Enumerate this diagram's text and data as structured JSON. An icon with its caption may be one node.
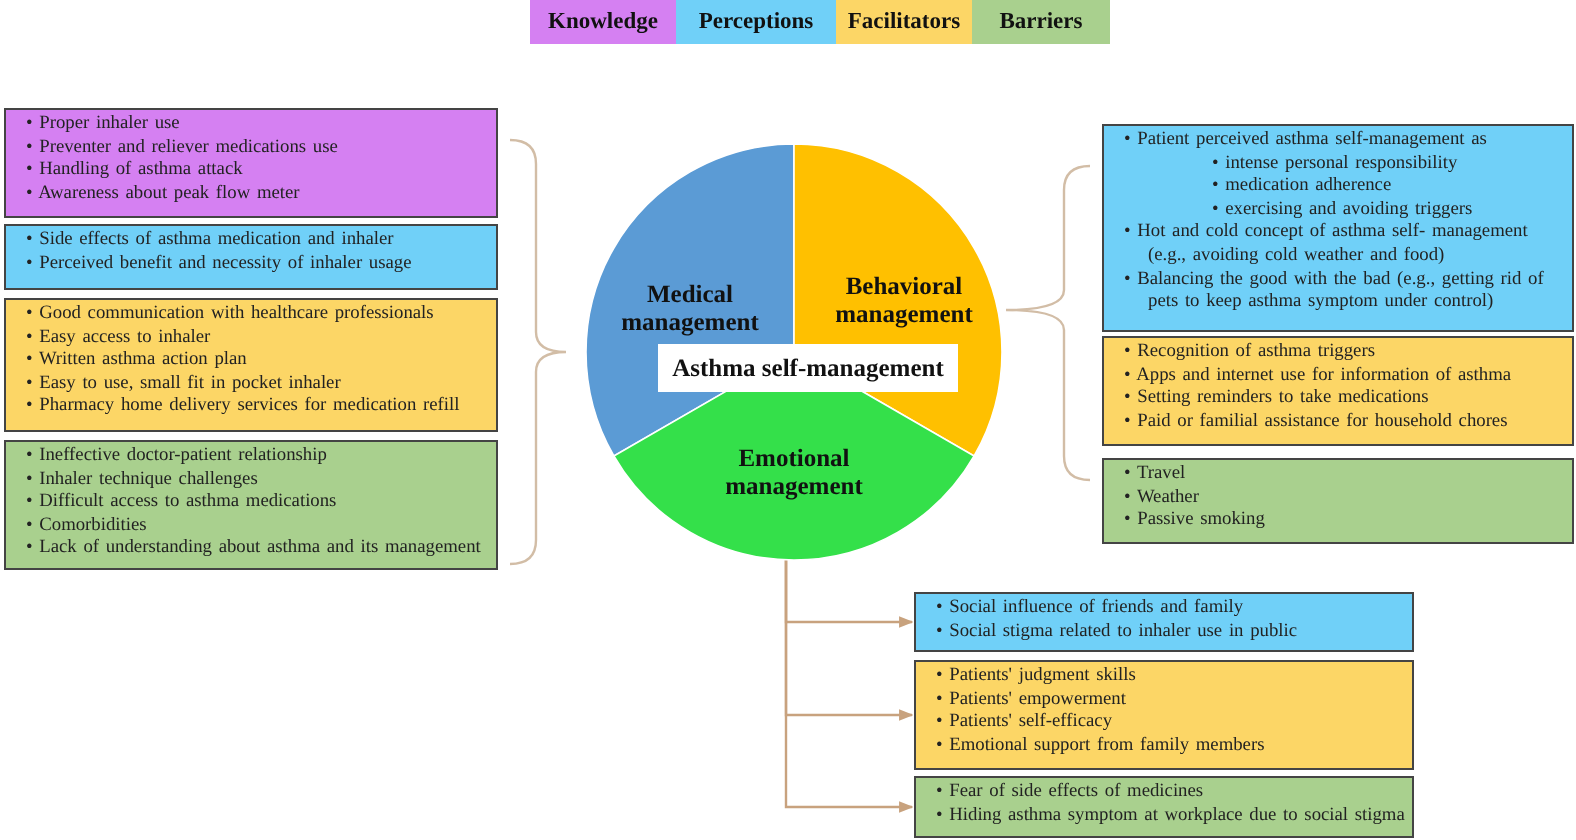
{
  "diagram": {
    "nodes": [
      {
        "text": [
          "Medical management"
        ]
      },
      {
        "text": [
          "Behavioral management"
        ]
      },
      {
        "text": [
          "Emotional management"
        ]
      },
      {
        "text": [
          "Asthma self-management"
        ]
      },
      {
        "text": [
          "• Proper inhaler use",
          "• Preventer and reliever medications use",
          "• Handling of asthma attack",
          "• Awareness about peak flow meter"
        ]
      },
      {
        "text": [
          "• Side effects of asthma medication and inhaler",
          "• Perceived benefit and necessity of inhaler usage"
        ]
      },
      {
        "text": [
          "• Good communication with healthcare professionals",
          "• Easy access to inhaler",
          "• Written asthma action plan",
          "• Easy to use, small fit in pocket inhaler",
          "• Pharmacy home delivery services for medication refill"
        ]
      },
      {
        "text": [
          "• Ineffective doctor-patient relationship",
          "• Inhaler technique challenges",
          "• Difficult access to asthma medications",
          "• Comorbidities",
          "• Lack of understanding about asthma and its management"
        ]
      },
      {
        "text": [
          "• Patient perceived asthma self-management as",
          "• intense personal responsibility",
          "• medication adherence",
          "• exercising and avoiding triggers",
          "• Hot and cold concept of asthma self- management (e.g., avoiding cold weather and food)",
          "• Balancing the good with the bad (e.g., getting rid of pets to keep asthma symptom under control)"
        ]
      },
      {
        "text": [
          "• Recognition of asthma triggers",
          "• Apps and internet use for information of asthma",
          "• Setting reminders to take medications",
          "• Paid or familial assistance for household chores"
        ]
      },
      {
        "text": [
          "• Travel",
          "• Weather",
          "• Passive smoking"
        ]
      },
      {
        "text": [
          "• Social influence of friends and family",
          "• Social stigma related to inhaler use in public"
        ]
      },
      {
        "text": [
          "• Patients' judgment skills",
          "• Patients' empowerment",
          "• Patients' self-efficacy",
          "• Emotional support from family members"
        ]
      },
      {
        "text": [
          "• Fear of side effects of medicines",
          "• Hiding asthma symptom at workplace due to social stigma"
        ]
      }
    ],
    "edges": [
      {
        "from": 2,
        "to": 11,
        "arrow": "to"
      },
      {
        "from": 2,
        "to": 12,
        "arrow": "to"
      },
      {
        "from": 2,
        "to": 13,
        "arrow": "to"
      }
    ],
    "legend": [
      {
        "text": "Knowledge",
        "color": "#d580f2"
      },
      {
        "text": "Perceptions",
        "color": "#70d0f8"
      },
      {
        "text": "Facilitators",
        "color": "#fcd666"
      },
      {
        "text": "Barriers",
        "color": "#a9d08e"
      }
    ]
  }
}
